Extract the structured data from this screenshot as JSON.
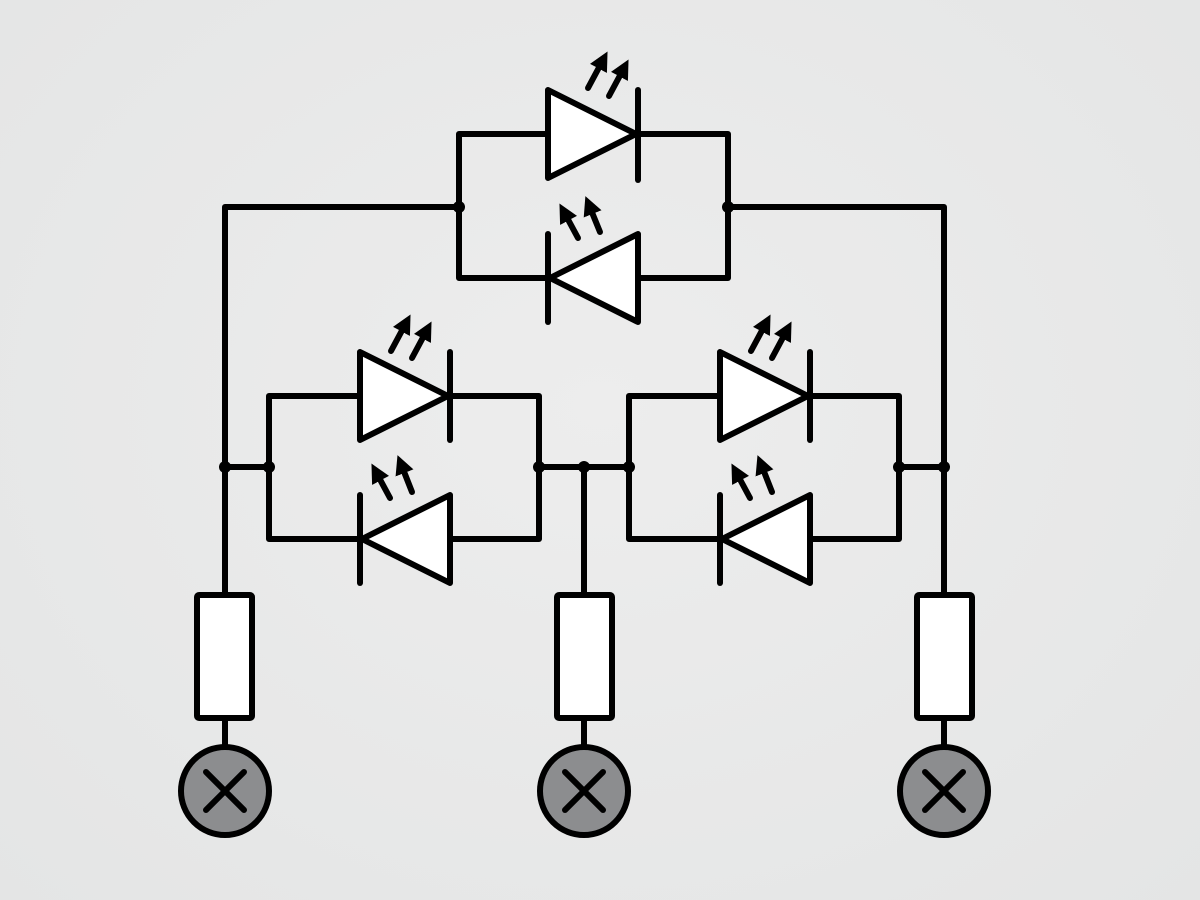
{
  "diagram": {
    "kind": "circuit-schematic",
    "components": {
      "leds": [
        {
          "id": "led-top-forward",
          "direction": "right"
        },
        {
          "id": "led-top-reverse",
          "direction": "left"
        },
        {
          "id": "led-left-forward",
          "direction": "right"
        },
        {
          "id": "led-left-reverse",
          "direction": "left"
        },
        {
          "id": "led-right-forward",
          "direction": "right"
        },
        {
          "id": "led-right-reverse",
          "direction": "left"
        }
      ],
      "resistors": [
        "resistor-left",
        "resistor-center",
        "resistor-right"
      ],
      "lamps": [
        "lamp-left",
        "lamp-center",
        "lamp-right"
      ]
    },
    "colors": {
      "background": "#e9eaea",
      "line": "#000000",
      "component_fill": "#ffffff",
      "lamp_fill": "#8c8d8f"
    }
  }
}
